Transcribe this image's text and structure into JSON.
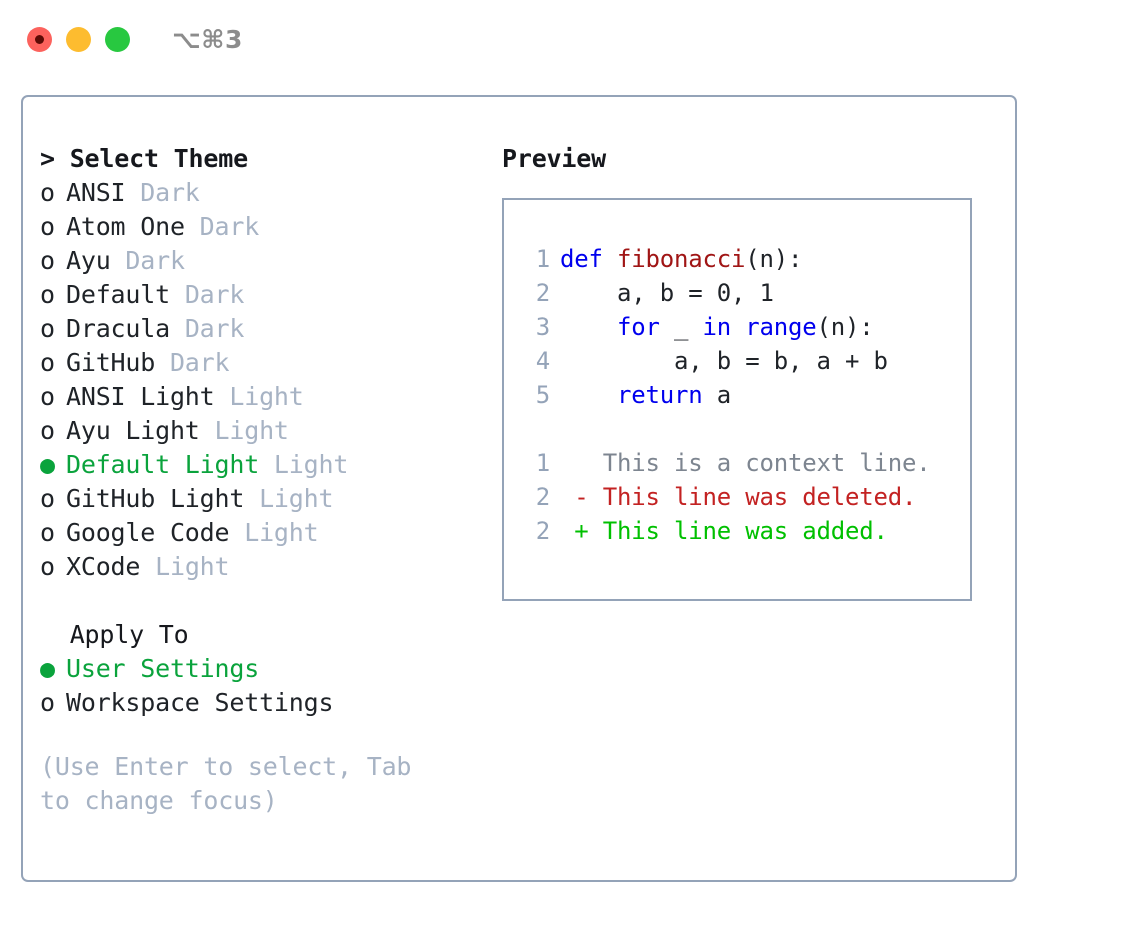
{
  "titlebar": {
    "traffic_lights": [
      {
        "name": "close",
        "color": "#fc625d"
      },
      {
        "name": "minimize",
        "color": "#fdbc2f"
      },
      {
        "name": "maximize",
        "color": "#28c840"
      }
    ],
    "shortcut": "⌥⌘3"
  },
  "theme_panel": {
    "header": "> Select Theme",
    "selected_marker": "●",
    "unselected_marker": "o",
    "accent_color": "#0aa33c",
    "tag_color": "#a7b3c4",
    "options": [
      {
        "label": "ANSI",
        "tag": "Dark",
        "selected": false
      },
      {
        "label": "Atom One",
        "tag": "Dark",
        "selected": false
      },
      {
        "label": "Ayu",
        "tag": "Dark",
        "selected": false
      },
      {
        "label": "Default",
        "tag": "Dark",
        "selected": false
      },
      {
        "label": "Dracula",
        "tag": "Dark",
        "selected": false
      },
      {
        "label": "GitHub",
        "tag": "Dark",
        "selected": false
      },
      {
        "label": "ANSI Light",
        "tag": "Light",
        "selected": false
      },
      {
        "label": "Ayu Light",
        "tag": "Light",
        "selected": false
      },
      {
        "label": "Default Light",
        "tag": "Light",
        "selected": true
      },
      {
        "label": "GitHub Light",
        "tag": "Light",
        "selected": false
      },
      {
        "label": "Google Code",
        "tag": "Light",
        "selected": false
      },
      {
        "label": "XCode",
        "tag": "Light",
        "selected": false
      }
    ]
  },
  "apply_to": {
    "header": "Apply To",
    "options": [
      {
        "label": "User Settings",
        "selected": true
      },
      {
        "label": "Workspace Settings",
        "selected": false
      }
    ]
  },
  "hint": "(Use Enter to select, Tab to change focus)",
  "preview": {
    "title": "Preview",
    "code_lines": [
      {
        "no": "1",
        "tokens": [
          {
            "text": "def ",
            "kind": "kw"
          },
          {
            "text": "fibonacci",
            "kind": "fn"
          },
          {
            "text": "(n):",
            "kind": "plain"
          }
        ]
      },
      {
        "no": "2",
        "tokens": [
          {
            "text": "    a, b = 0, 1",
            "kind": "plain"
          }
        ]
      },
      {
        "no": "3",
        "tokens": [
          {
            "text": "    ",
            "kind": "plain"
          },
          {
            "text": "for",
            "kind": "kw"
          },
          {
            "text": " _ ",
            "kind": "plain"
          },
          {
            "text": "in",
            "kind": "kw"
          },
          {
            "text": " ",
            "kind": "plain"
          },
          {
            "text": "range",
            "kind": "kw"
          },
          {
            "text": "(n):",
            "kind": "plain"
          }
        ]
      },
      {
        "no": "4",
        "tokens": [
          {
            "text": "        a, b = b, a + b",
            "kind": "plain"
          }
        ]
      },
      {
        "no": "5",
        "tokens": [
          {
            "text": "    ",
            "kind": "plain"
          },
          {
            "text": "return",
            "kind": "kw"
          },
          {
            "text": " a",
            "kind": "plain"
          }
        ]
      }
    ],
    "diff_lines": [
      {
        "no": "1",
        "sign": " ",
        "text": "This is a context line.",
        "kind": "context"
      },
      {
        "no": "2",
        "sign": "-",
        "text": "This line was deleted.",
        "kind": "del"
      },
      {
        "no": "2",
        "sign": "+",
        "text": "This line was added.",
        "kind": "add"
      }
    ],
    "colors": {
      "keyword": "#0000ee",
      "function": "#a01515",
      "lineno": "#94a3b8",
      "diff_context": "#7d8590",
      "diff_delete": "#c32222",
      "diff_add": "#00c000",
      "border": "#94a3b8"
    }
  }
}
